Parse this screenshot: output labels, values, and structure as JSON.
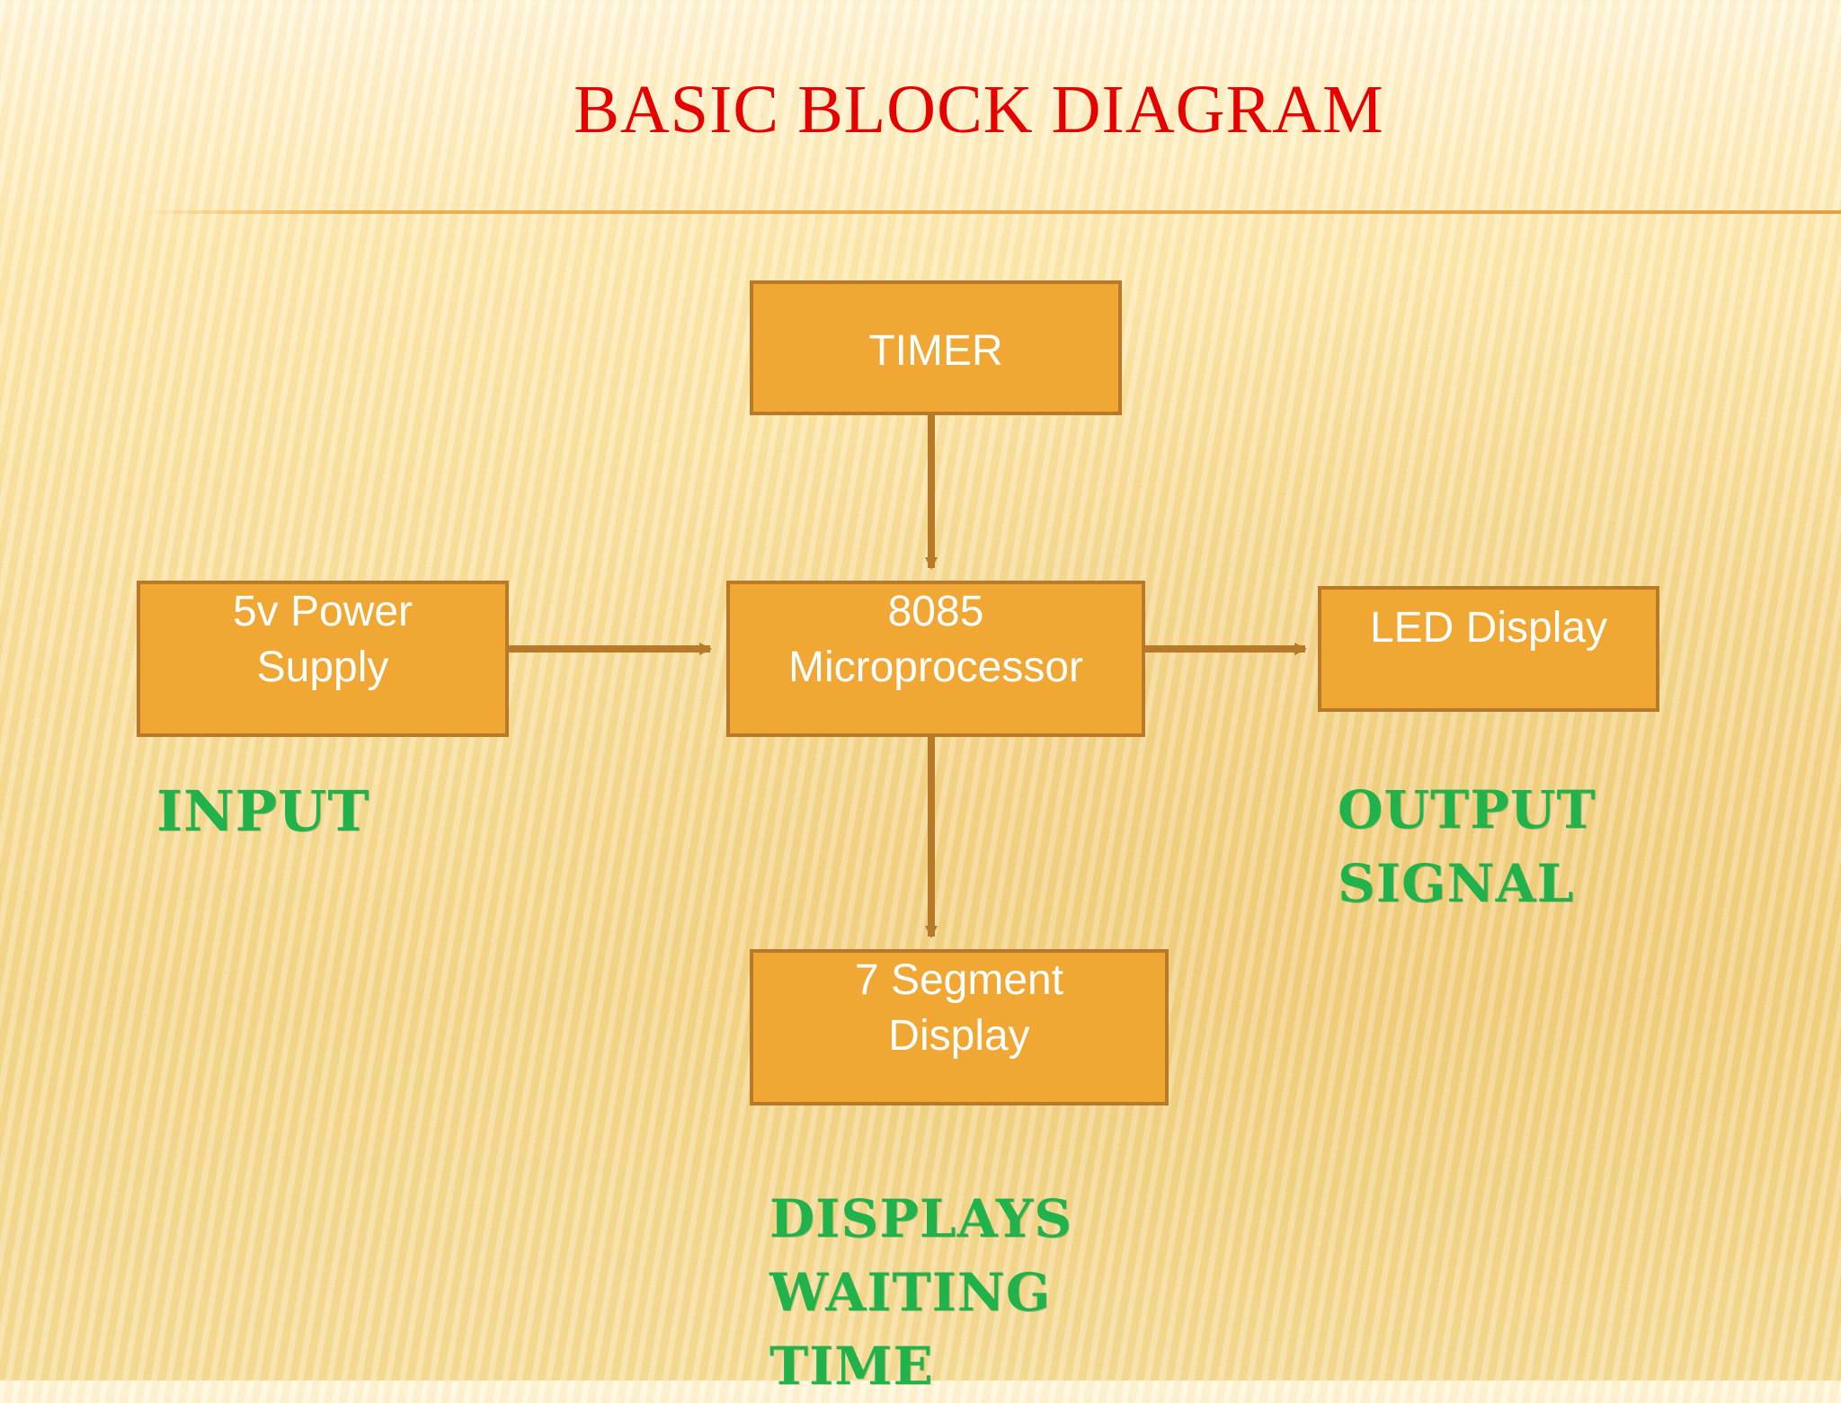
{
  "title": "BASIC BLOCK DIAGRAM",
  "blocks": {
    "timer": "TIMER",
    "power_supply": "5v Power\nSupply",
    "microprocessor": "8085\nMicroprocessor",
    "led_display": "LED Display",
    "seven_segment": "7 Segment\nDisplay"
  },
  "annotations": {
    "input": "Input",
    "output": "Output\nSignal",
    "display": "Displays\nWaiting\nTime"
  },
  "colors": {
    "title": "#e60000",
    "block_fill": "#f0a733",
    "block_border": "#b77a28",
    "arrow": "#b77a28",
    "annotation": "#22b24c",
    "background": "#f8df9d"
  }
}
